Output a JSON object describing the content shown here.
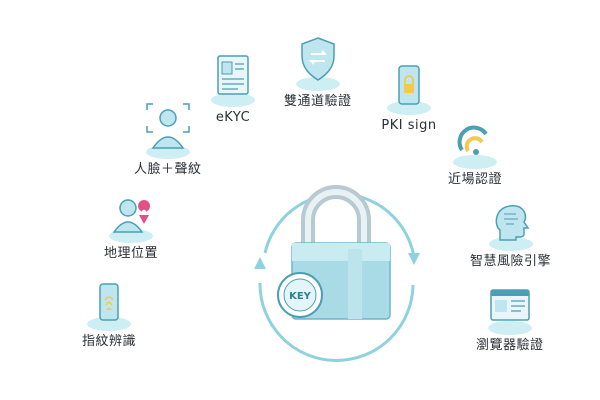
{
  "diagram": {
    "center": {
      "badge_text": "KEY"
    },
    "nodes": {
      "fingerprint": {
        "label": "指紋辨識",
        "icon": "fingerprint-phone-icon"
      },
      "geo": {
        "label": "地理位置",
        "icon": "location-pin-person-icon"
      },
      "face_voice": {
        "label": "人臉＋聲紋",
        "icon": "face-scan-icon"
      },
      "ekyc": {
        "label": "eKYC",
        "icon": "id-document-icon"
      },
      "dual_channel": {
        "label": "雙通道驗證",
        "icon": "shield-arrows-icon"
      },
      "pki": {
        "label": "PKI sign",
        "icon": "phone-lock-icon"
      },
      "nfc": {
        "label": "近場認證",
        "icon": "wireless-nfc-icon"
      },
      "risk_engine": {
        "label": "智慧風險引擎",
        "icon": "brain-head-icon"
      },
      "browser": {
        "label": "瀏覽器驗證",
        "icon": "browser-window-icon"
      }
    },
    "colors": {
      "ring": "#9fd9e3",
      "platform": "#cdeef3",
      "icon_fill": "#bfe6ef",
      "icon_stroke": "#4a9fb5",
      "accent_pink": "#e64e86",
      "accent_yellow": "#f2c94c"
    }
  }
}
